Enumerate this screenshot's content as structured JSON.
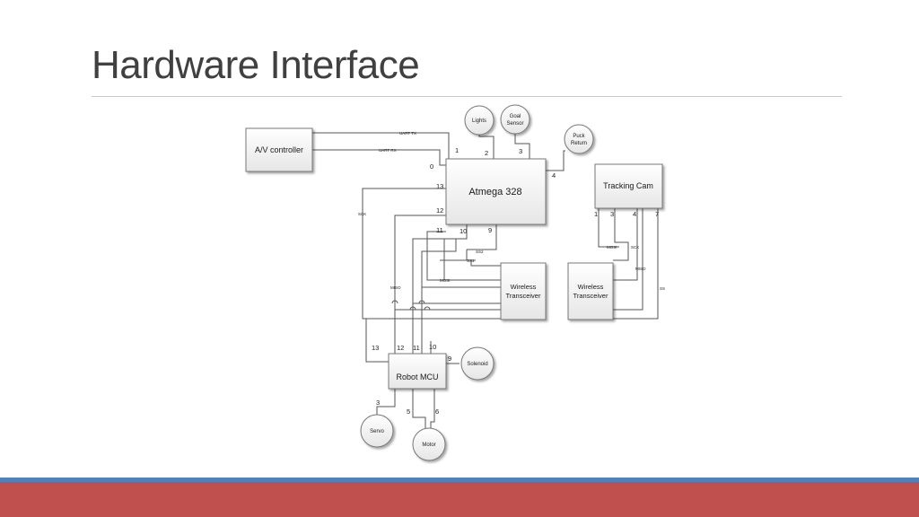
{
  "slide": {
    "title": "Hardware Interface",
    "colors": {
      "accent_band": "#c0504d",
      "accent_line": "#4f81bd",
      "rule": "#c8c8c8",
      "wire": "#555555"
    }
  },
  "diagram": {
    "blocks": {
      "av": "A/V controller",
      "atmega": "Atmega 328",
      "cam": "Tracking Cam",
      "wt1": [
        "Wireless",
        "Transceiver"
      ],
      "wt2": [
        "Wireless",
        "Transceiver"
      ],
      "mcu": "Robot MCU"
    },
    "circles": {
      "lights": [
        "Lights"
      ],
      "goal": [
        "Goal",
        "Sensor"
      ],
      "puck": [
        "Puck",
        "Return"
      ],
      "solenoid": [
        "Solenoid"
      ],
      "servo": [
        "Servo"
      ],
      "motor": [
        "Motor"
      ]
    },
    "signals": {
      "uart_tx": "UART TX",
      "uart_rx": "UART RX",
      "sck": "SCK",
      "miso": "MISO",
      "mosi": "MOSI",
      "ss1": "SS1",
      "ss2": "SS2",
      "cam_mosi": "MOSI",
      "cam_sck": "SCK",
      "cam_miso": "MISO",
      "cam_ss": "SS"
    },
    "pins": {
      "atm_1": "1",
      "atm_2": "2",
      "atm_3": "3",
      "atm_4": "4",
      "atm_0": "0",
      "atm_13": "13",
      "atm_12": "12",
      "atm_11": "11",
      "atm_10": "10",
      "atm_9": "9",
      "cam_1": "1",
      "cam_3": "3",
      "cam_4": "4",
      "cam_7": "7",
      "mcu_13": "13",
      "mcu_12": "12",
      "mcu_11": "11",
      "mcu_10": "10",
      "mcu_9": "9",
      "mcu_3": "3",
      "mcu_5": "5",
      "mcu_6": "6"
    }
  }
}
